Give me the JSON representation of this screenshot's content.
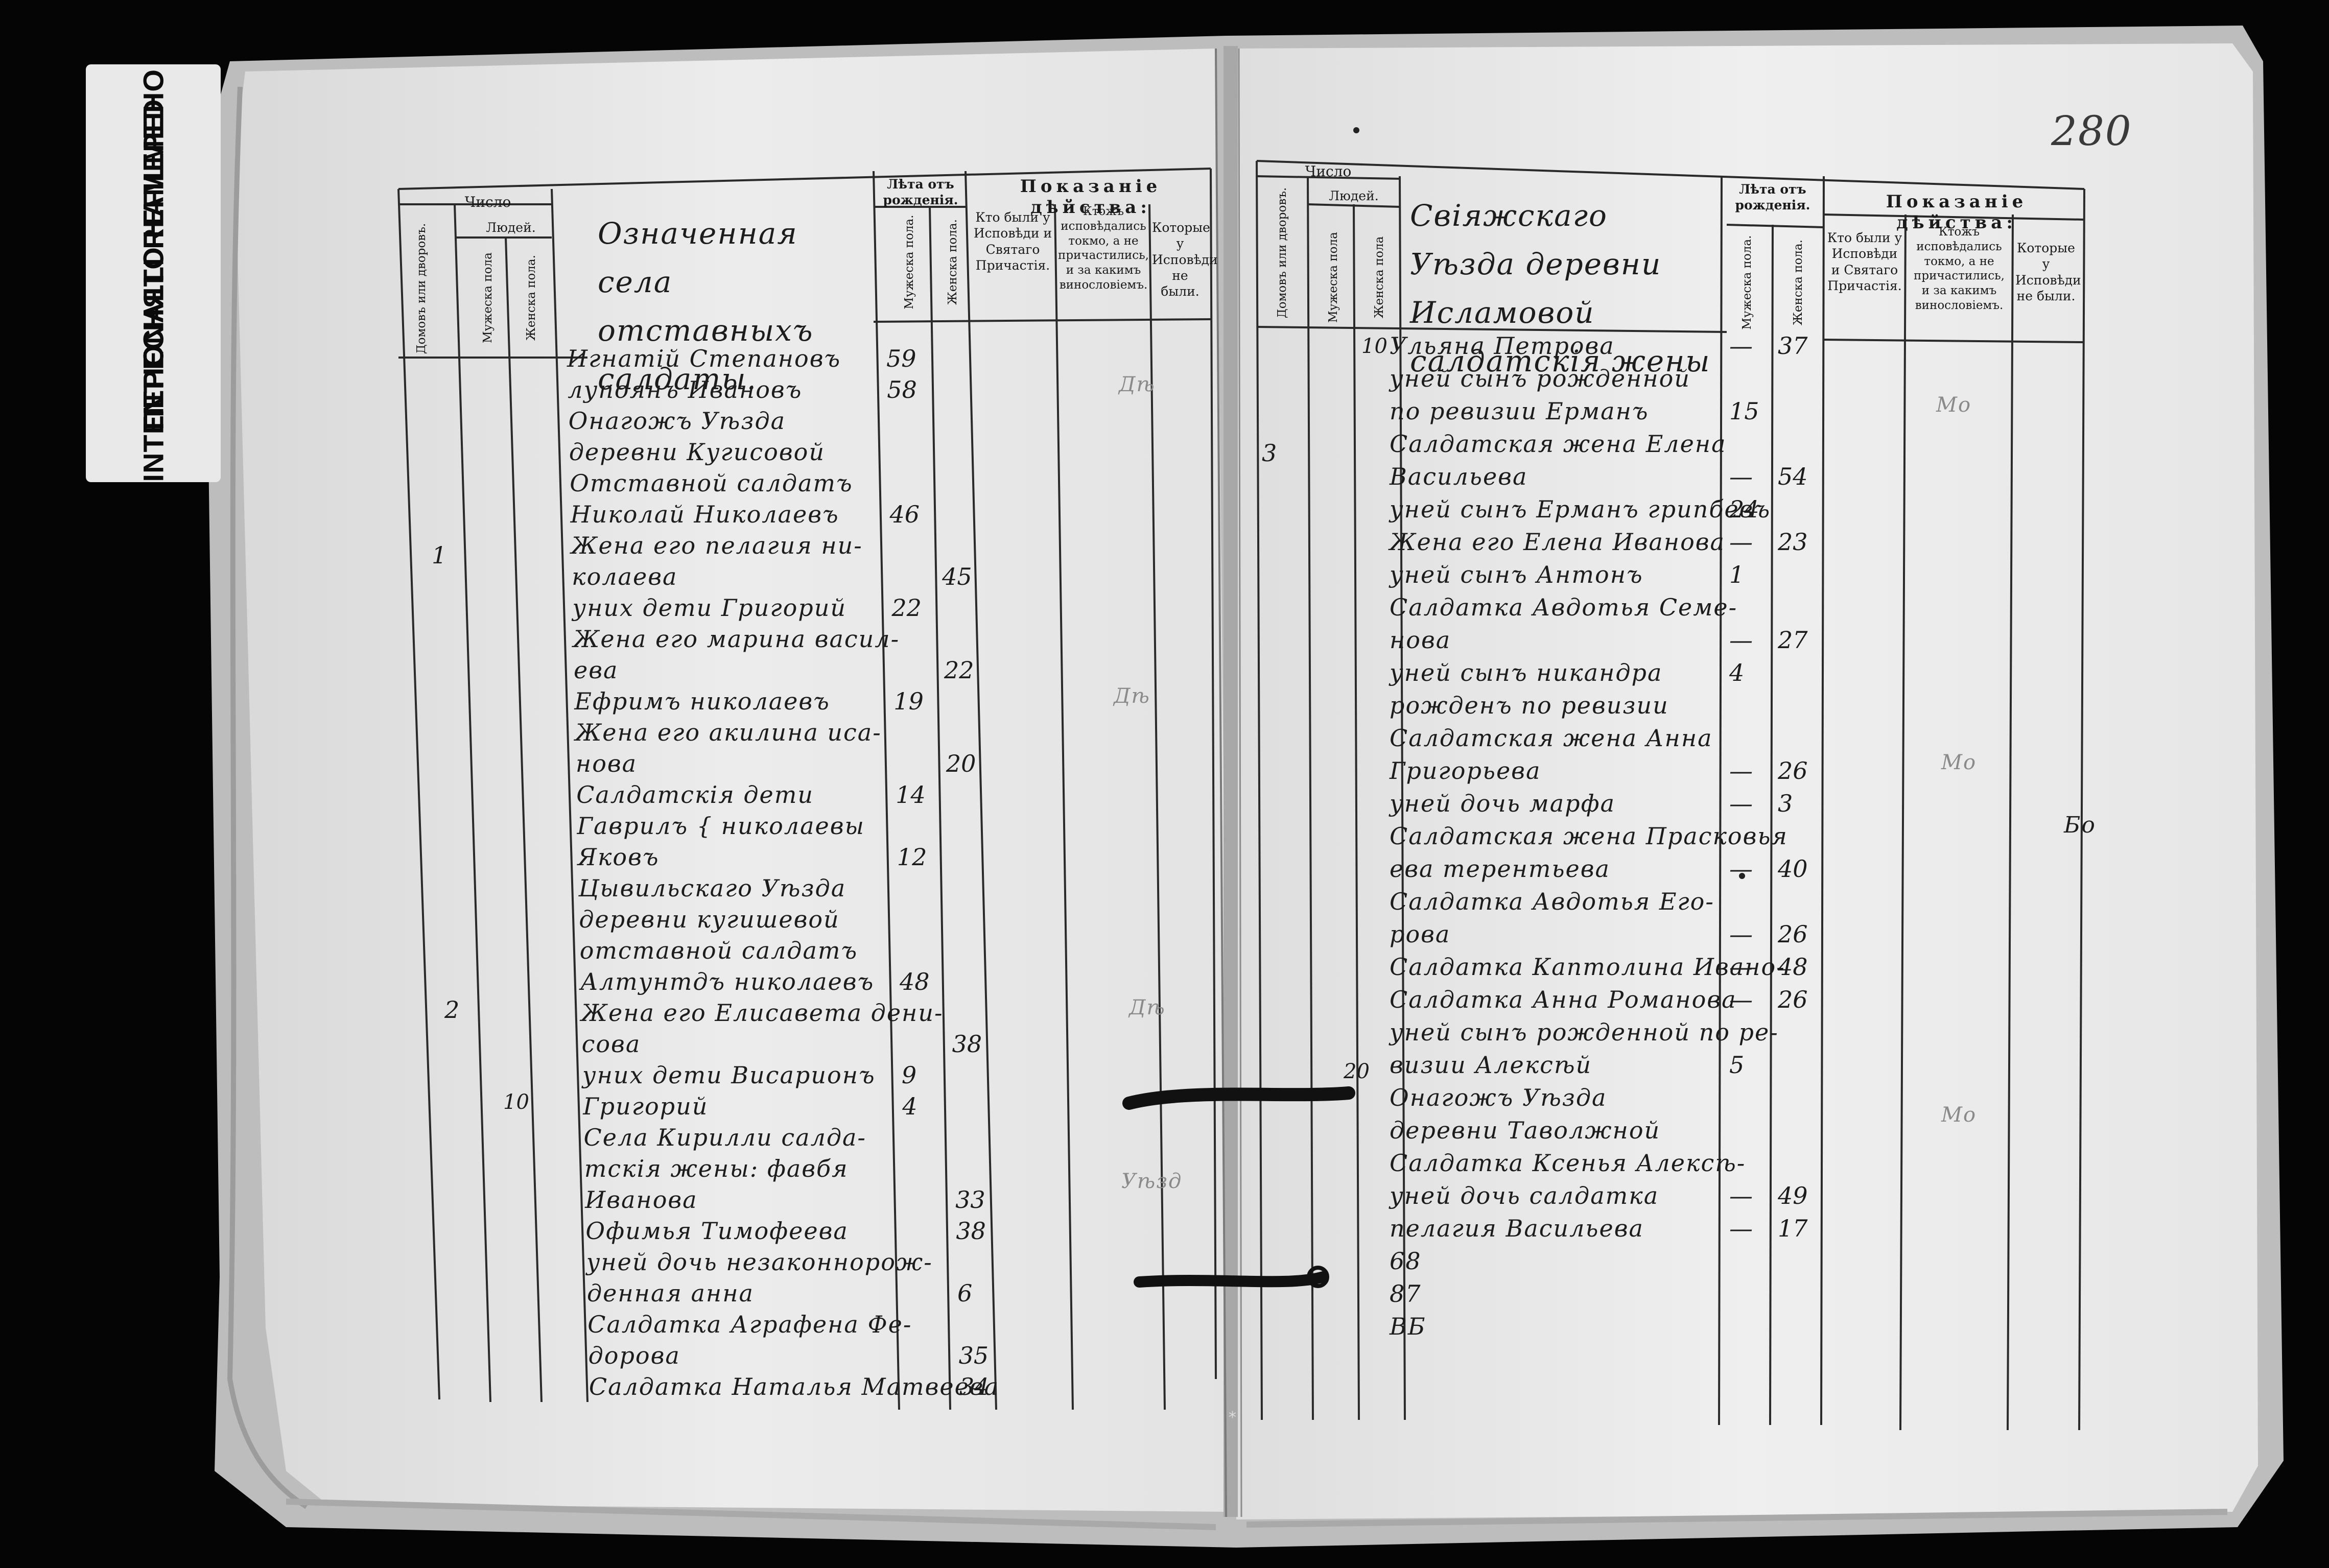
{
  "stamp": {
    "line1": "ПЕРЕСНЯТО НАМЕРЕНО",
    "line2": "INTENTIONALLI REFILMED"
  },
  "page_number": "280",
  "left_page": {
    "header": {
      "count": "Число",
      "houses": "Домовъ или дворовъ.",
      "people": "Людей.",
      "male": "Мужеска пола",
      "female": "Женска пола.",
      "name_col": "Означенная села отставныхъ салдаты.",
      "years": "Лѣта отъ рожденія.",
      "years_male": "Мужеска пола.",
      "years_female": "Женска пола.",
      "action_title": "Показаніе дѣйства:",
      "col_a": "Кто были у Исповѣди и Святаго Причастія.",
      "col_b": "Ктожъ исповѣдались токмо, а не причастились, и за какимъ винословіемъ.",
      "col_c": "Которые у Исповѣди не были."
    },
    "entries": [
      {
        "text": "Игнатій Степановъ",
        "age_m": "59",
        "age_f": ""
      },
      {
        "text": "лупоянъ Ивановъ",
        "age_m": "58",
        "age_f": ""
      },
      {
        "text": "Онагожъ Уѣзда",
        "age_m": "",
        "age_f": ""
      },
      {
        "text": "деревни Кугисовой",
        "age_m": "",
        "age_f": ""
      },
      {
        "text": "Отставной салдатъ",
        "age_m": "",
        "age_f": ""
      },
      {
        "text": "Николай Николаевъ",
        "age_m": "46",
        "age_f": ""
      },
      {
        "text": "Жена его пелагия ни-",
        "age_m": "",
        "age_f": ""
      },
      {
        "text": "колаева",
        "age_m": "",
        "age_f": "45"
      },
      {
        "text": "уних дети Григорий",
        "age_m": "22",
        "age_f": ""
      },
      {
        "text": "Жена его марина васил-",
        "age_m": "",
        "age_f": ""
      },
      {
        "text": "ева",
        "age_m": "",
        "age_f": "22"
      },
      {
        "text": "Ефримъ николаевъ",
        "age_m": "19",
        "age_f": ""
      },
      {
        "text": "Жена его акилина иса-",
        "age_m": "",
        "age_f": ""
      },
      {
        "text": "нова",
        "age_m": "",
        "age_f": "20"
      },
      {
        "text": "Салдатскiя дети",
        "age_m": "14",
        "age_f": ""
      },
      {
        "text": "Гаврилъ { николаевы",
        "age_m": "",
        "age_f": ""
      },
      {
        "text": "Яковъ",
        "age_m": "12",
        "age_f": ""
      },
      {
        "text": "Цывильскаго Уѣзда",
        "age_m": "",
        "age_f": ""
      },
      {
        "text": "деревни кугишевой",
        "age_m": "",
        "age_f": ""
      },
      {
        "text": "отставной салдатъ",
        "age_m": "",
        "age_f": ""
      },
      {
        "text": "Алтунтдъ николаевъ",
        "age_m": "48",
        "age_f": ""
      },
      {
        "text": "Жена его Елисавета дени-",
        "age_m": "",
        "age_f": ""
      },
      {
        "text": "сова",
        "age_m": "",
        "age_f": "38"
      },
      {
        "text": "уних дети Висарионъ",
        "age_m": "9",
        "age_f": ""
      },
      {
        "text": "Григорий",
        "age_m": "4",
        "age_f": ""
      },
      {
        "text": "Села Кирилли салда-",
        "age_m": "",
        "age_f": ""
      },
      {
        "text": "тскiя жены: фавбя",
        "age_m": "",
        "age_f": ""
      },
      {
        "text": "Иванова",
        "age_m": "",
        "age_f": "33"
      },
      {
        "text": "Офимья Тимофеева",
        "age_m": "",
        "age_f": "38"
      },
      {
        "text": "уней дочь незаконнорож-",
        "age_m": "",
        "age_f": ""
      },
      {
        "text": "денная анна",
        "age_m": "",
        "age_f": "6"
      },
      {
        "text": "Салдатка Аграфена Фе-",
        "age_m": "",
        "age_f": ""
      },
      {
        "text": "дорова",
        "age_m": "",
        "age_f": "35"
      },
      {
        "text": "Салдатка Наталья Матвеева",
        "age_m": "",
        "age_f": "34"
      }
    ],
    "house_numbers": [
      "1",
      "2"
    ],
    "male_count": "10",
    "marginalia": [
      "Дѣ",
      "Дѣ",
      "Дѣ",
      "Уѣзд"
    ]
  },
  "right_page": {
    "header": {
      "count": "Число",
      "houses": "Домовъ или дворовъ.",
      "people": "Людей.",
      "male": "Мужеска пола",
      "female": "Женска пола",
      "name_col": "Свіяжскаго Уѣзда деревни Исламовой салдатскiя жены",
      "years": "Лѣта отъ рожденія.",
      "years_male": "Мужеска пола.",
      "years_female": "Женска пола.",
      "action_title": "Показаніе дѣйства:",
      "col_a": "Кто были у Исповѣди и Святаго Причастія.",
      "col_b": "Ктожъ исповѣдались токмо, а не причастились, и за какимъ винословіемъ.",
      "col_c": "Которые у Исповѣди не были."
    },
    "entries": [
      {
        "text": "Ульяна Петрова",
        "age_m": "—",
        "age_f": "37"
      },
      {
        "text": "уней сынъ рожденной",
        "age_m": "",
        "age_f": ""
      },
      {
        "text": "по ревизии Ерманъ",
        "age_m": "15",
        "age_f": ""
      },
      {
        "text": "Салдатская жена Елена",
        "age_m": "",
        "age_f": ""
      },
      {
        "text": "Васильева",
        "age_m": "—",
        "age_f": "54"
      },
      {
        "text": "уней сынъ Ерманъ грипбевъ",
        "age_m": "24",
        "age_f": ""
      },
      {
        "text": "Жена его Елена Иванова",
        "age_m": "—",
        "age_f": "23"
      },
      {
        "text": "уней сынъ Антонъ",
        "age_m": "1",
        "age_f": ""
      },
      {
        "text": "Салдатка Авдотья Семе-",
        "age_m": "",
        "age_f": ""
      },
      {
        "text": "нова",
        "age_m": "—",
        "age_f": "27"
      },
      {
        "text": "уней сынъ никандра",
        "age_m": "4",
        "age_f": ""
      },
      {
        "text": "рожденъ по ревизии",
        "age_m": "",
        "age_f": ""
      },
      {
        "text": "Салдатская жена Анна",
        "age_m": "",
        "age_f": ""
      },
      {
        "text": "Григорьева",
        "age_m": "—",
        "age_f": "26"
      },
      {
        "text": "уней дочь марфа",
        "age_m": "—",
        "age_f": "3"
      },
      {
        "text": "Салдатская жена Прасковья",
        "age_m": "",
        "age_f": ""
      },
      {
        "text": "ева терентьева",
        "age_m": "—",
        "age_f": "40"
      },
      {
        "text": "Салдатка Авдотья Его-",
        "age_m": "",
        "age_f": ""
      },
      {
        "text": "рова",
        "age_m": "—",
        "age_f": "26"
      },
      {
        "text": "Салдатка Каптолина Ивано-",
        "age_m": "—",
        "age_f": "48"
      },
      {
        "text": "Салдатка Анна Романова",
        "age_m": "—",
        "age_f": "26"
      },
      {
        "text": "уней сынъ рожденной по ре-",
        "age_m": "",
        "age_f": ""
      },
      {
        "text": "визии Алексѣй",
        "age_m": "5",
        "age_f": ""
      },
      {
        "text": "Онагожъ Уѣзда",
        "age_m": "",
        "age_f": ""
      },
      {
        "text": "деревни Таволжной",
        "age_m": "",
        "age_f": ""
      },
      {
        "text": "Салдатка Ксенья Алексѣ-",
        "age_m": "",
        "age_f": ""
      },
      {
        "text": "уней дочь салдатка",
        "age_m": "—",
        "age_f": "49"
      },
      {
        "text": "пелагия Васильева",
        "age_m": "—",
        "age_f": "17"
      },
      {
        "text": "68",
        "age_m": "",
        "age_f": ""
      },
      {
        "text": "87",
        "age_m": "",
        "age_f": ""
      },
      {
        "text": "ВБ",
        "age_m": "",
        "age_f": ""
      }
    ],
    "house_numbers": [
      "3"
    ],
    "female_counts": [
      "10",
      "20"
    ],
    "marginalia": [
      "Мо",
      "Мо",
      "Мо",
      "Бо"
    ]
  }
}
